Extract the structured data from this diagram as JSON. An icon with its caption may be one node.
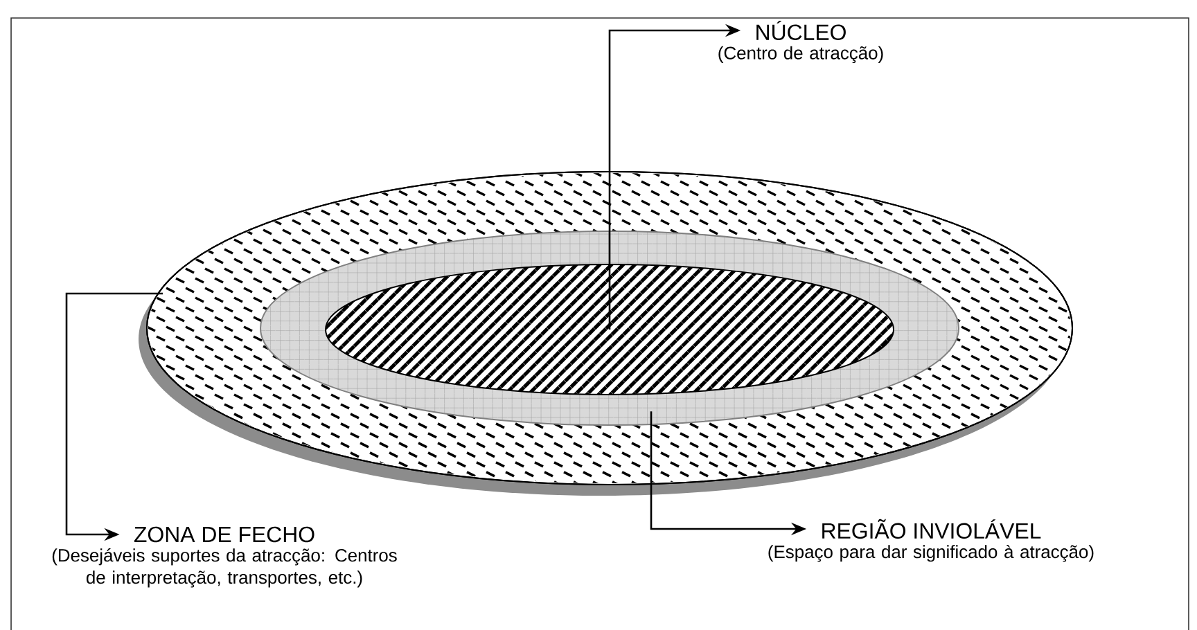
{
  "diagram": {
    "nodes": [
      {
        "text": [],
        "shape": "ellipse"
      },
      {
        "text": [],
        "shape": "ellipse",
        "in": 0
      },
      {
        "text": [],
        "shape": "ellipse",
        "in": 1
      },
      {
        "text": [
          "NÚCLEO",
          "(Centro de atracção)"
        ]
      },
      {
        "text": [
          "ZONA DE FECHO",
          "(Desejáveis suportes da atracção: Centros de interpretação, transportes, etc.)"
        ]
      },
      {
        "text": [
          "REGIÃO INVIOLÁVEL",
          "(Espaço para dar significado à atracção)"
        ]
      }
    ],
    "edges": [
      {
        "from": 2,
        "to": 3,
        "arrow": "to"
      },
      {
        "from": 0,
        "to": 4,
        "arrow": "to"
      },
      {
        "from": 1,
        "to": 5,
        "arrow": "to"
      }
    ]
  }
}
